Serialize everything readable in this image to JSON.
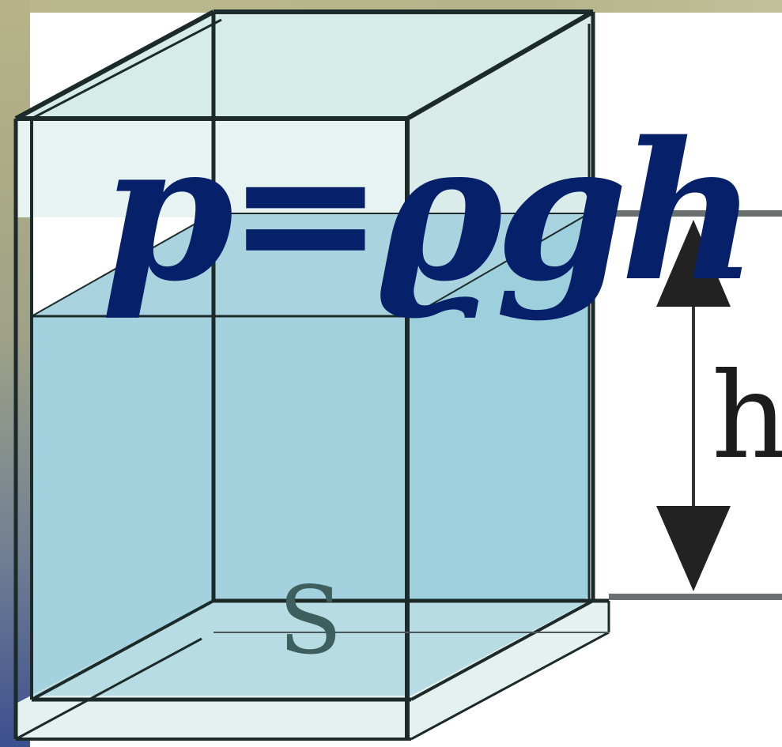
{
  "formula": "p=ϱgh",
  "labels": {
    "height": "h",
    "area": "S"
  },
  "colors": {
    "water": "#a4d3df",
    "glass": "#dbeeeb",
    "formula": "#07206a",
    "outline": "#1d2a2a"
  }
}
